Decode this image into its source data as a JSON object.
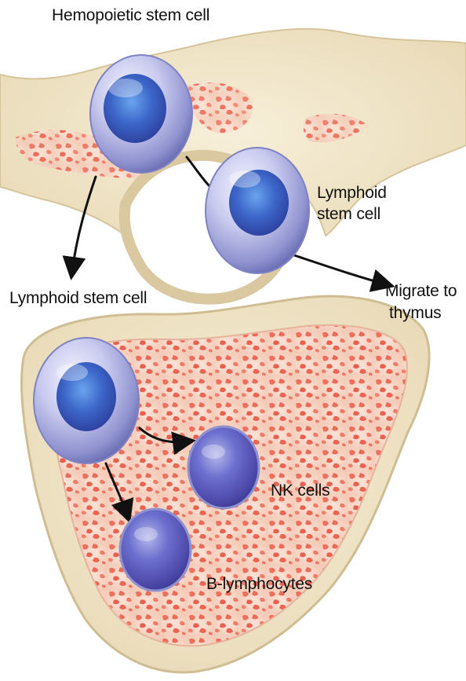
{
  "labels": {
    "hemopoietic_stem_cell": "Hemopoietic stem cell",
    "lymphoid_stem_cell_upper_line1": "Lymphoid",
    "lymphoid_stem_cell_upper_line2": "stem cell",
    "lymphoid_stem_cell_left": "Lymphoid stem cell",
    "migrate_line1": "Migrate to",
    "migrate_line2": "thymus",
    "nk_cells": "NK cells",
    "b_lymphocytes": "B-lymphocytes"
  },
  "colors": {
    "bone": "#efe4c8",
    "bone_edge": "#d8c9a2",
    "marrow_bg": "#f8d9c9",
    "marrow_spot": "#ee7060",
    "cell_membrane": "#c8c9ee",
    "cell_nucleus": "#3f63c8",
    "arrow": "#111111"
  }
}
